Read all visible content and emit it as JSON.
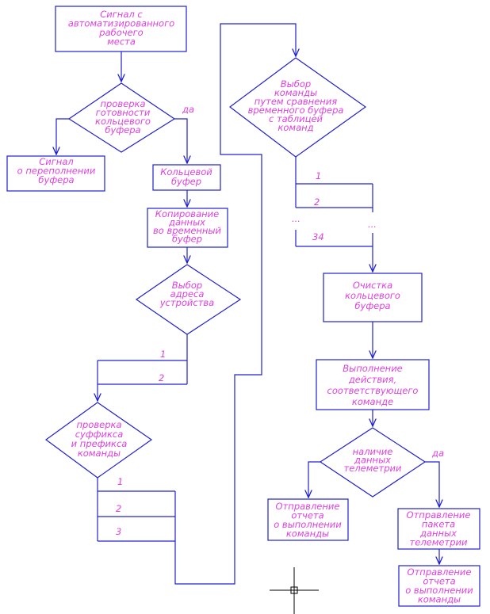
{
  "nodes": {
    "signal_workstation": [
      "Сигнал с",
      "автоматизированного",
      "рабочего",
      "места"
    ],
    "check_ring_ready": [
      "проверка",
      "готовности",
      "кольцевого",
      "буфера"
    ],
    "overflow_signal": [
      "Сигнал",
      "о переполнении",
      "буфера"
    ],
    "ring_buffer": [
      "Кольцевой",
      "буфер"
    ],
    "copy_to_temp": [
      "Копирование",
      "данных",
      "во временный",
      "буфер"
    ],
    "device_address": [
      "Выбор",
      "адреса",
      "устройства"
    ],
    "check_suffix_prefix": [
      "проверка",
      "суффикса",
      "и префикса",
      "команды"
    ],
    "command_select": [
      "Выбор",
      "команды",
      "путем сравнения",
      "временного буфера",
      "с таблицей",
      "команд"
    ],
    "clear_ring": [
      "Очистка",
      "кольцевого",
      "буфера"
    ],
    "perform_action": [
      "Выполнение",
      "действия,",
      "соответствующего",
      "команде"
    ],
    "has_telemetry": [
      "наличие",
      "данных",
      "телеметрии"
    ],
    "send_report_left": [
      "Отправление",
      "отчета",
      "о выполнении",
      "команды"
    ],
    "send_telemetry": [
      "Отправление",
      "пакета",
      "данных",
      "телеметрии"
    ],
    "send_report_right": [
      "Отправление",
      "отчета",
      "о выполнении",
      "команды"
    ]
  },
  "edge_labels": {
    "yes_ring": "да",
    "yes_telemetry": "да",
    "addr_1": "1",
    "addr_2": "2",
    "suffix_1": "1",
    "suffix_2": "2",
    "suffix_3": "3",
    "cmd_1": "1",
    "cmd_2": "2",
    "cmd_dots_left": "...",
    "cmd_dots_right": "...",
    "cmd_34": "34"
  },
  "colors": {
    "line": "#2020d0",
    "text": "#e040e0",
    "crosshair": "#000000"
  }
}
